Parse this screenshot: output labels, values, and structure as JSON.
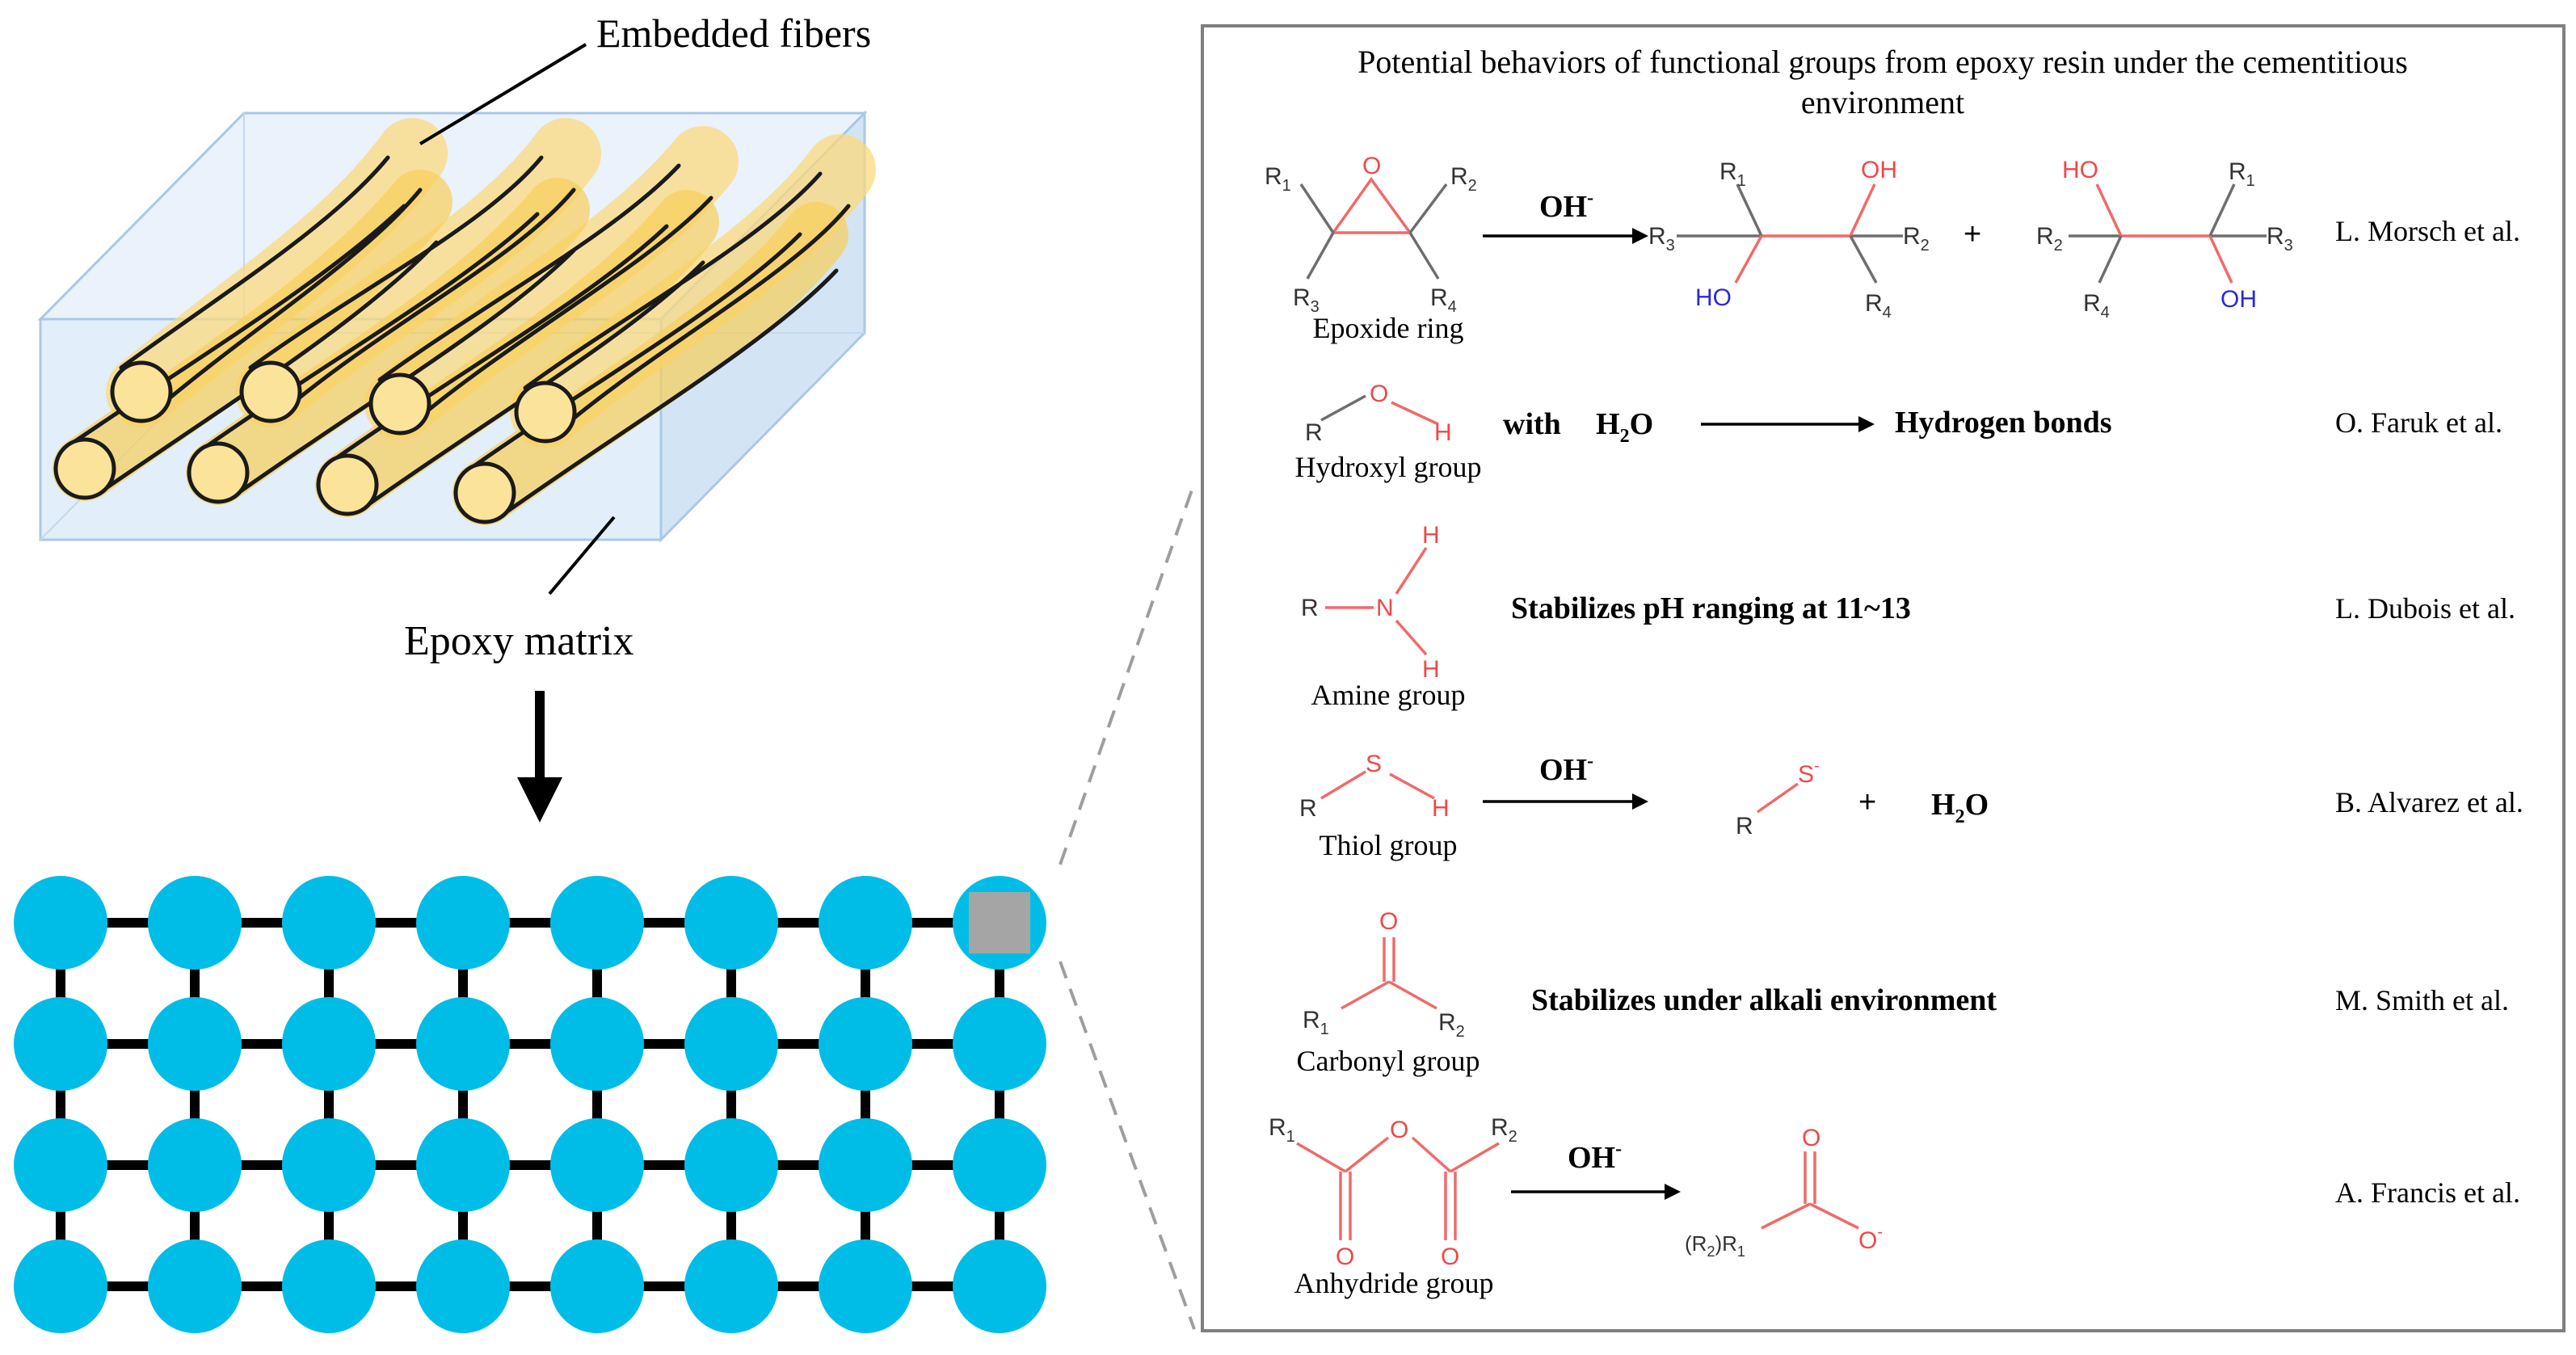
{
  "colors": {
    "node": "#00bde8",
    "node_link": "#000000",
    "fiber": "#f5c94a",
    "fiber_glow": "#fbd97e",
    "box": "#a9c8e8",
    "box_fill": "#dceaf6",
    "highlight_square": "#a5a5a5",
    "chem_red": "#f04848",
    "chem_blue": "#2a2ad8",
    "panel_border": "#7f7f7f"
  },
  "left": {
    "fibers_label": "Embedded fibers",
    "matrix_label": "Epoxy matrix",
    "network": {
      "rows": 4,
      "cols": 8,
      "highlight": "gray square on top-right node"
    }
  },
  "panel": {
    "title_line1": "Potential behaviors  of functional groups from epoxy resin under the cementitious",
    "title_line2": "environment",
    "rows": [
      {
        "group": "Epoxide  ring",
        "reagent": "OH",
        "reagent_sup": "-",
        "reference": "L. Morsch et al.",
        "plus": "+",
        "atoms": {
          "o": "O",
          "r1": "R",
          "r1_sub": "1",
          "r2": "R",
          "r2_sub": "2",
          "r3": "R",
          "r3_sub": "3",
          "r4": "R",
          "r4_sub": "4",
          "oh": "OH",
          "ho": "HO"
        }
      },
      {
        "group": "Hydroxyl  group",
        "with": "with",
        "water": "H",
        "water_sub": "2",
        "water_o": "O",
        "result": "Hydrogen  bonds",
        "reference": "O. Faruk  et al.",
        "atoms": {
          "r": "R",
          "o": "O",
          "h": "H"
        }
      },
      {
        "group": "Amine   group",
        "result": "Stabilizes  pH ranging  at 11~13",
        "reference": "L. Dubois  et al.",
        "atoms": {
          "r": "R",
          "n": "N",
          "h": "H"
        }
      },
      {
        "group": "Thiol   group",
        "reagent": "OH",
        "reagent_sup": "-",
        "plus": "+",
        "water": "H",
        "water_sub": "2",
        "water_o": "O",
        "reference": "B. Alvarez  et al.",
        "atoms": {
          "r": "R",
          "s": "S",
          "h": "H",
          "s_minus": "S",
          "minus": "-"
        }
      },
      {
        "group": "Carbonyl  group",
        "result": "Stabilizes  under  alkali  environment",
        "reference": "M. Smith  et al.",
        "atoms": {
          "o": "O",
          "r1": "R",
          "r1_sub": "1",
          "r2": "R",
          "r2_sub": "2"
        }
      },
      {
        "group": "Anhydride   group",
        "reagent": "OH",
        "reagent_sup": "-",
        "reference": "A. Francis  et al.",
        "atoms": {
          "o": "O",
          "r1": "R",
          "r1_sub": "1",
          "r2": "R",
          "r2_sub": "2",
          "prod_sub": "(R",
          "prod_sub2": "2",
          "prod_sub3": ")R",
          "prod_sub4": "1",
          "o_minus": "O",
          "minus": "-"
        }
      }
    ]
  }
}
